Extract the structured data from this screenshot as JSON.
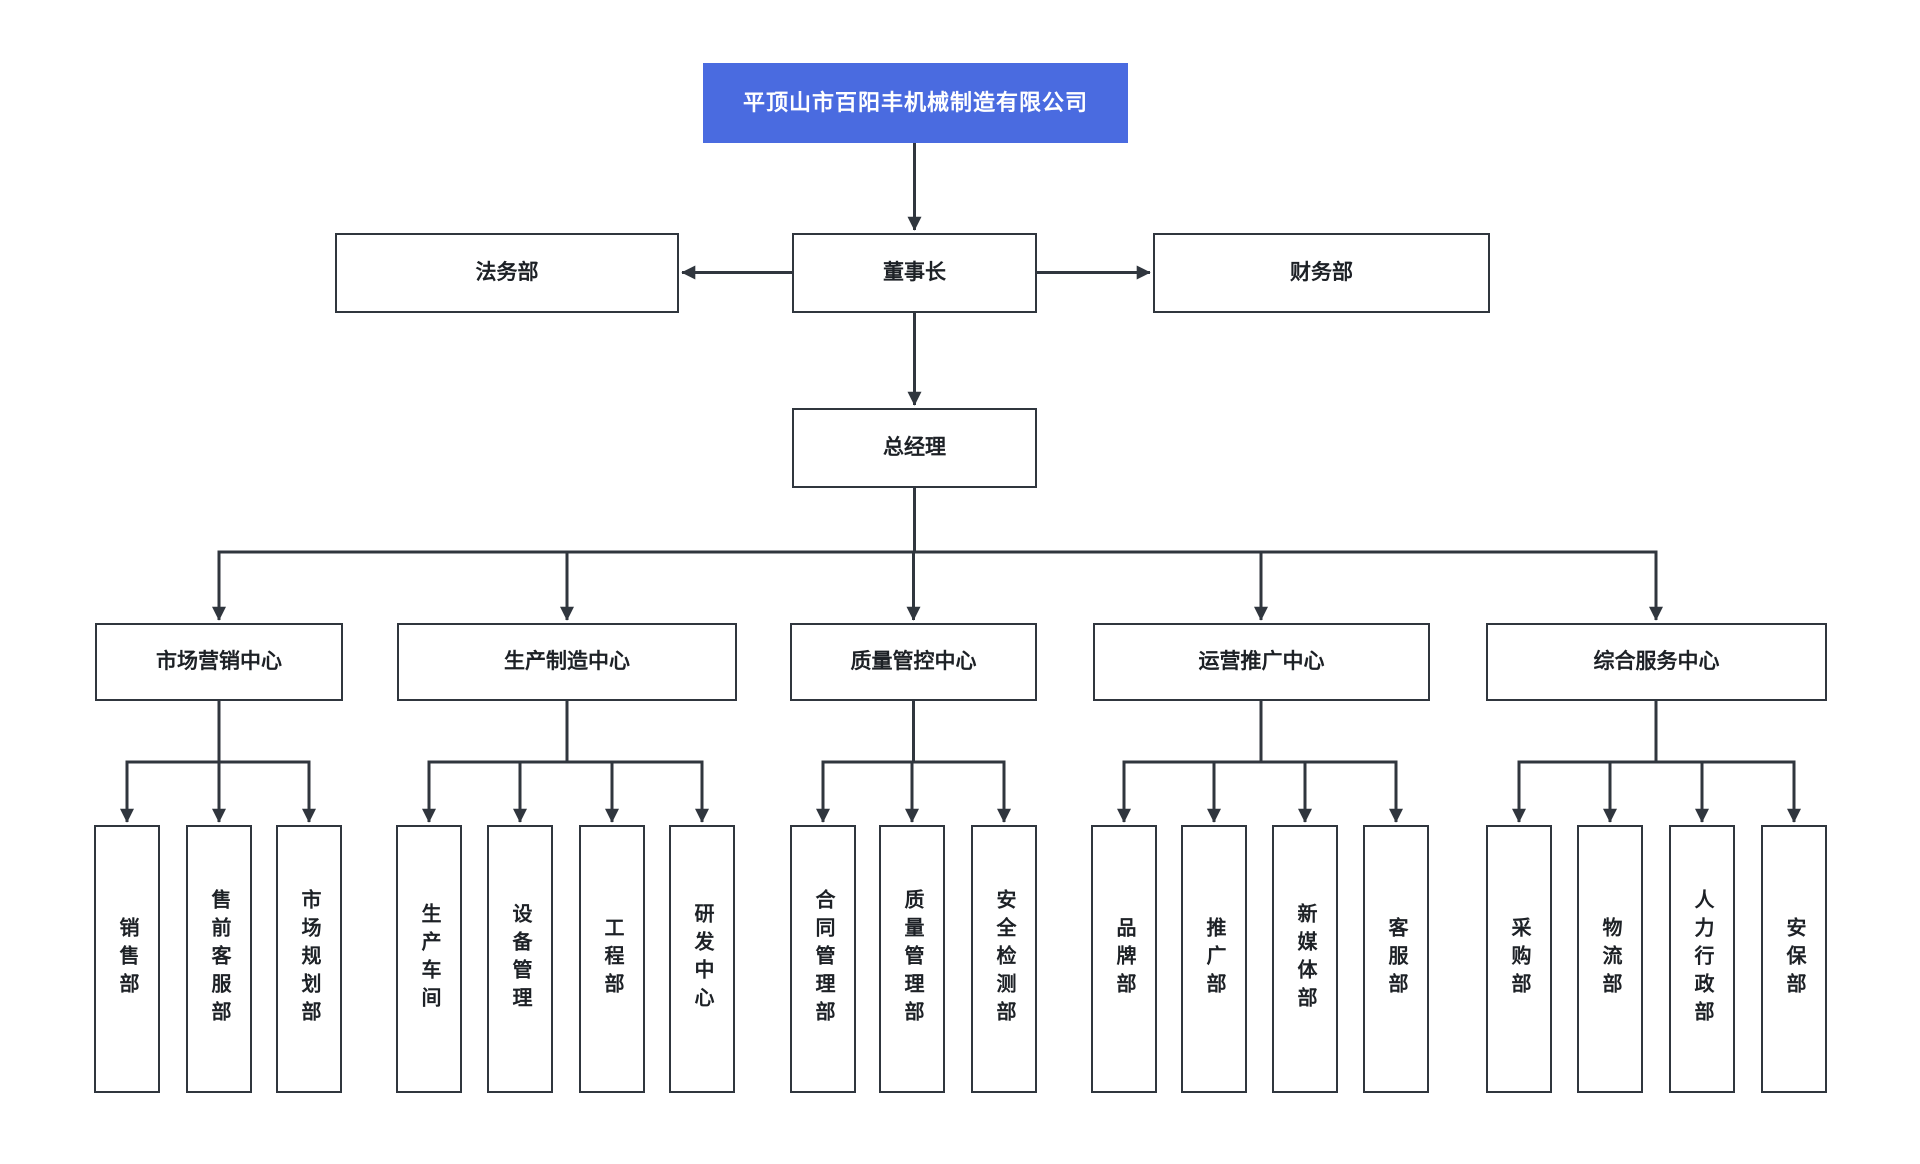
{
  "company": {
    "name": "平顶山市百阳丰机械制造有限公司"
  },
  "executives": {
    "chairman": "董事长",
    "general_manager": "总经理"
  },
  "staff_departments": {
    "legal": "法务部",
    "finance": "财务部"
  },
  "centers": [
    {
      "label": "市场营销中心",
      "departments": [
        "销售部",
        "售前客服部",
        "市场规划部"
      ]
    },
    {
      "label": "生产制造中心",
      "departments": [
        "生产车间",
        "设备管理",
        "工程部",
        "研发中心"
      ]
    },
    {
      "label": "质量管控中心",
      "departments": [
        "合同管理部",
        "质量管理部",
        "安全检测部"
      ]
    },
    {
      "label": "运营推广中心",
      "departments": [
        "品牌部",
        "推广部",
        "新媒体部",
        "客服部"
      ]
    },
    {
      "label": "综合服务中心",
      "departments": [
        "采购部",
        "物流部",
        "人力行政部",
        "安保部"
      ]
    }
  ],
  "colors": {
    "root_background": "#4a6be0",
    "root_text": "#ffffff",
    "line": "#30363e",
    "node_border": "#30363e",
    "node_text": "#1d2126",
    "node_background": "#ffffff"
  }
}
